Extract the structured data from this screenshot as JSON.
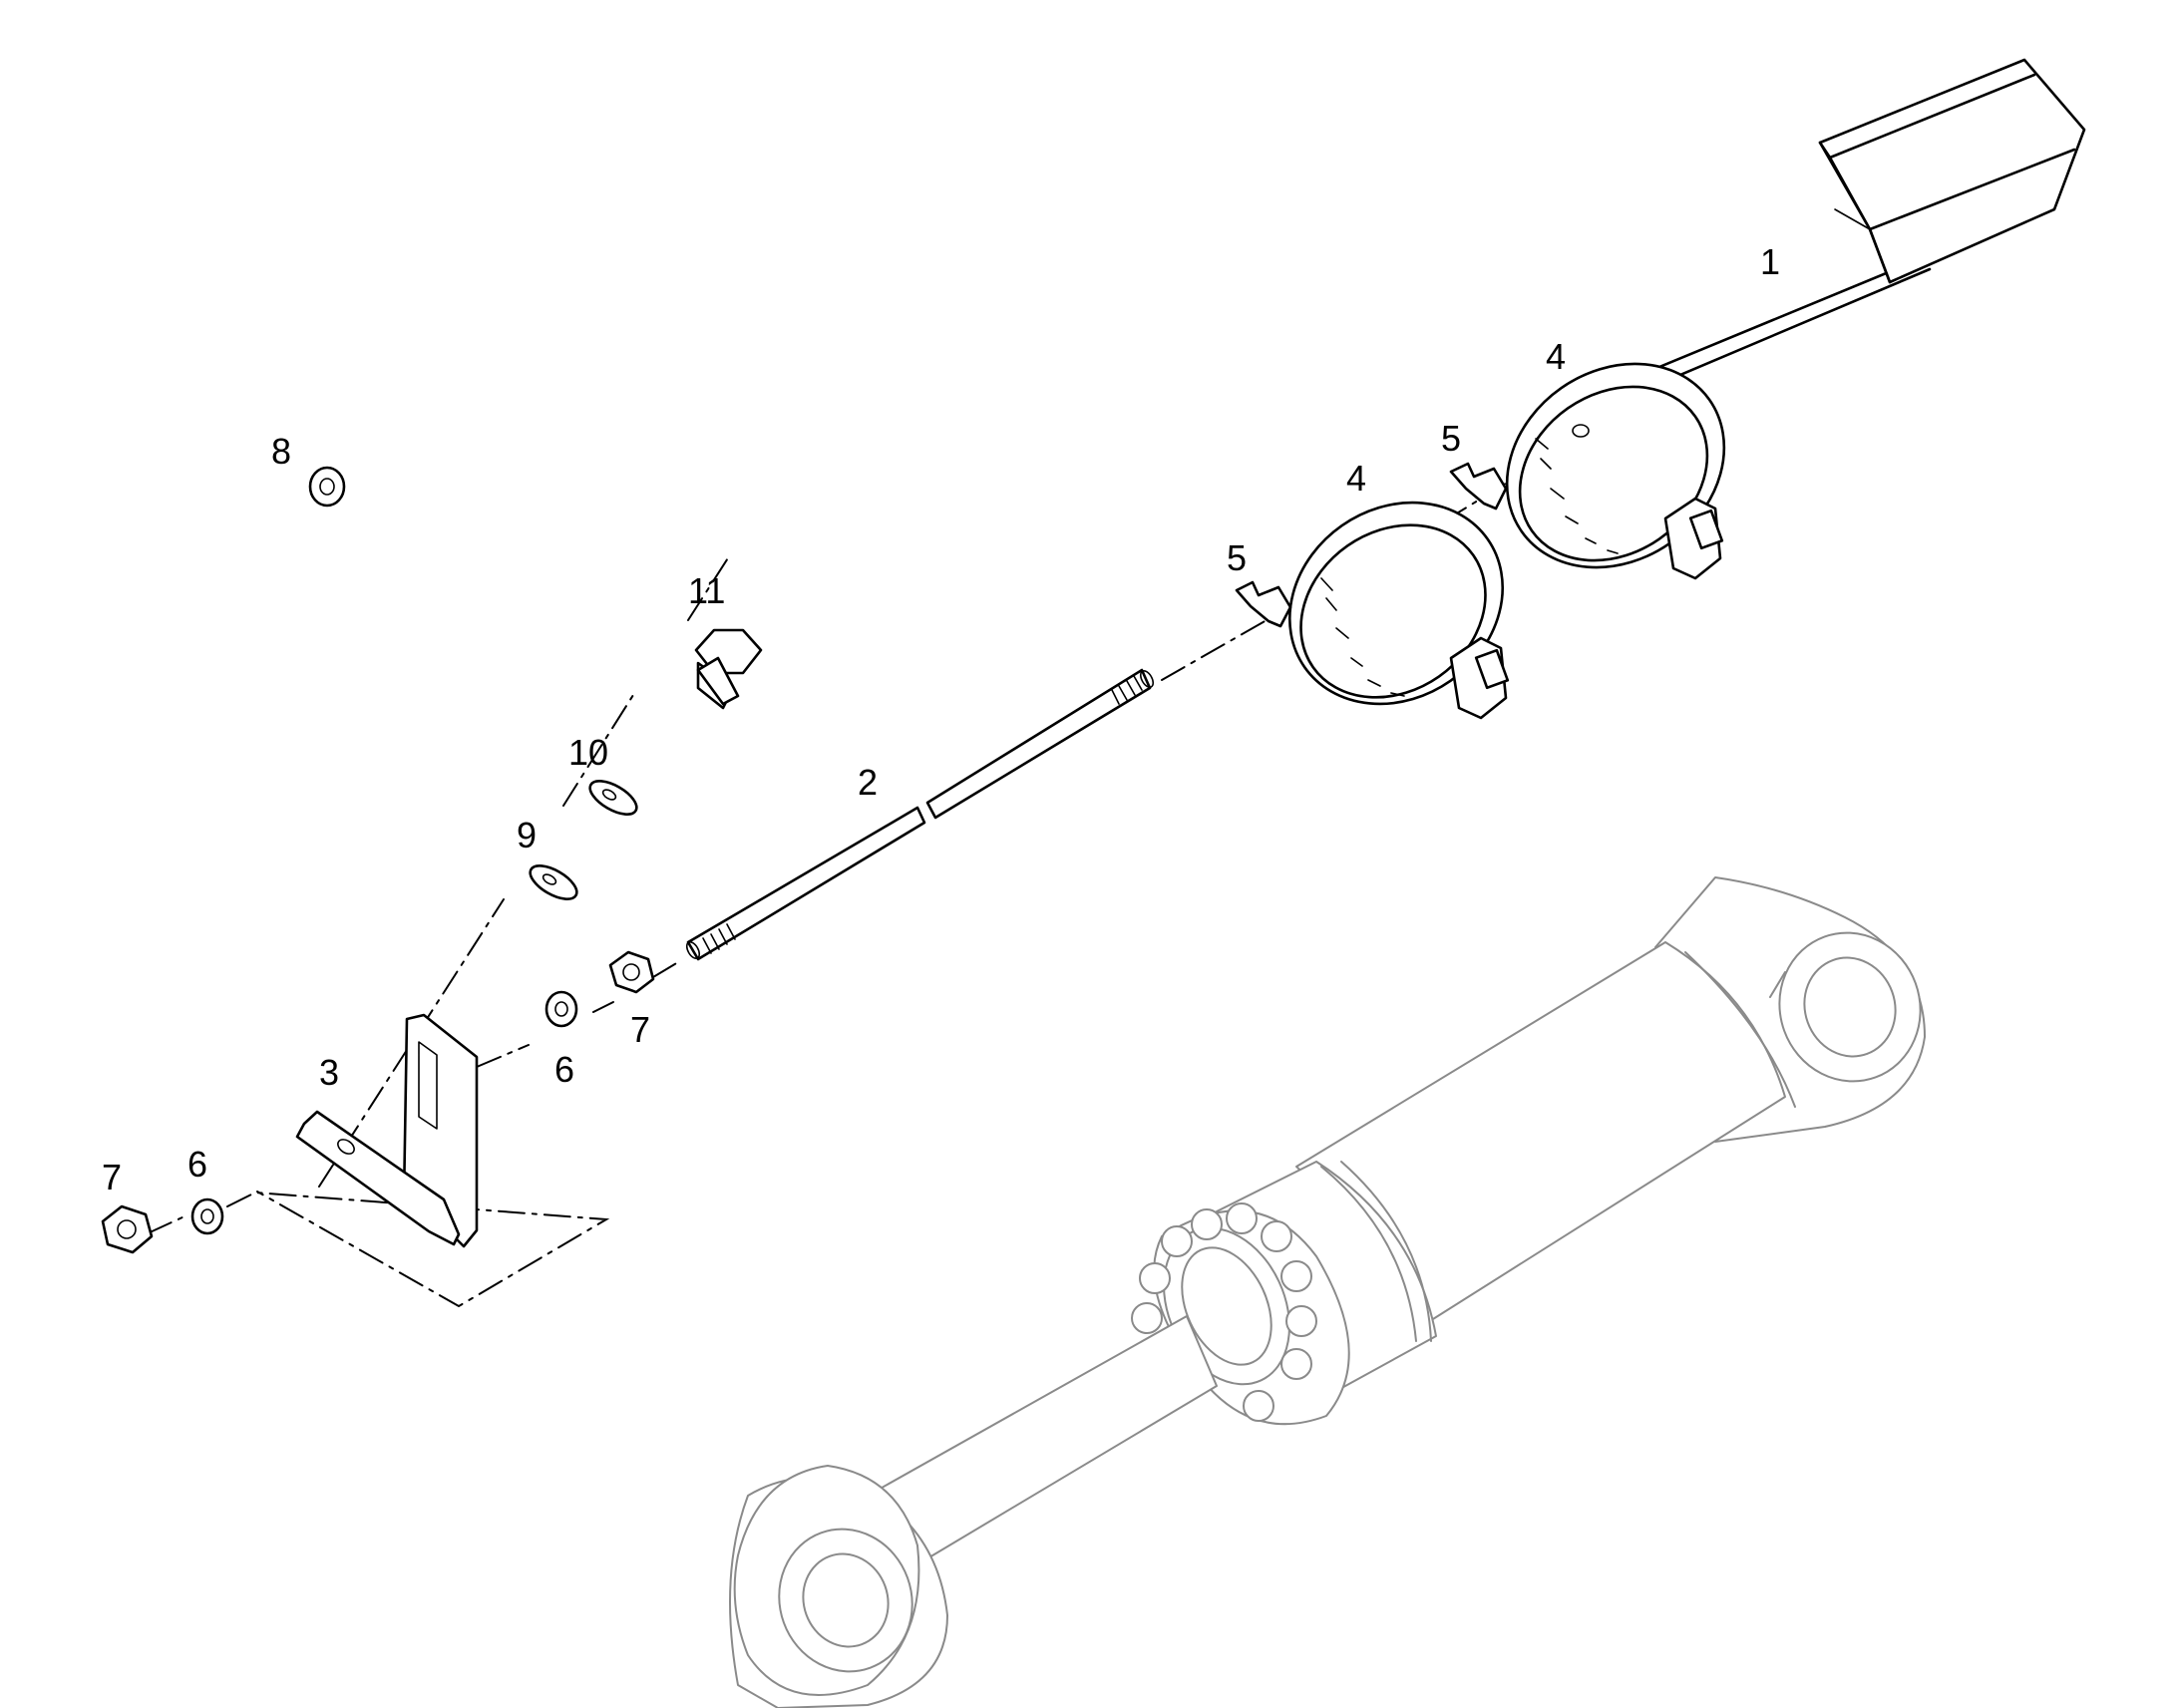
{
  "callouts": {
    "c1": "1",
    "c2": "2",
    "c3": "3",
    "c4a": "4",
    "c4b": "4",
    "c5a": "5",
    "c5b": "5",
    "c6a": "6",
    "c6b": "6",
    "c7a": "7",
    "c7b": "7",
    "c8": "8",
    "c9": "9",
    "c10": "10",
    "c11": "11"
  }
}
